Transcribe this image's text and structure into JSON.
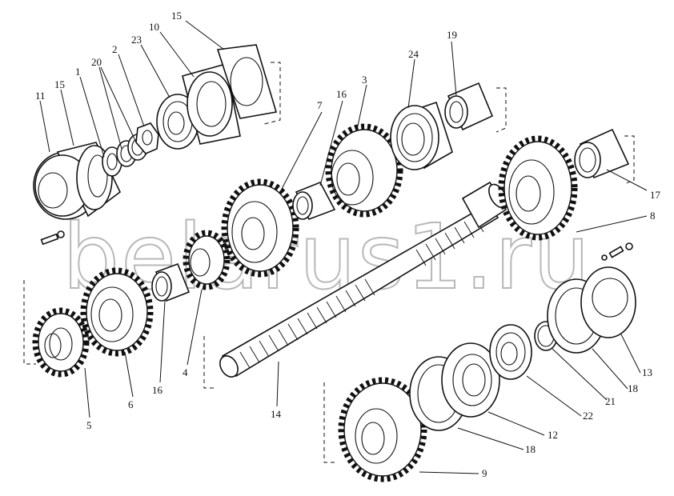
{
  "watermark": "belarus1.ru",
  "callouts": {
    "c1": "1",
    "c2": "2",
    "c3": "3",
    "c4": "4",
    "c5": "5",
    "c6": "6",
    "c7": "7",
    "c8": "8",
    "c9": "9",
    "c10": "10",
    "c11": "11",
    "c12": "12",
    "c13": "13",
    "c14": "14",
    "c15a": "15",
    "c15b": "15",
    "c16a": "16",
    "c16b": "16",
    "c17": "17",
    "c18a": "18",
    "c18b": "18",
    "c19": "19",
    "c20": "20",
    "c21": "21",
    "c22": "22",
    "c23": "23",
    "c24": "24"
  }
}
